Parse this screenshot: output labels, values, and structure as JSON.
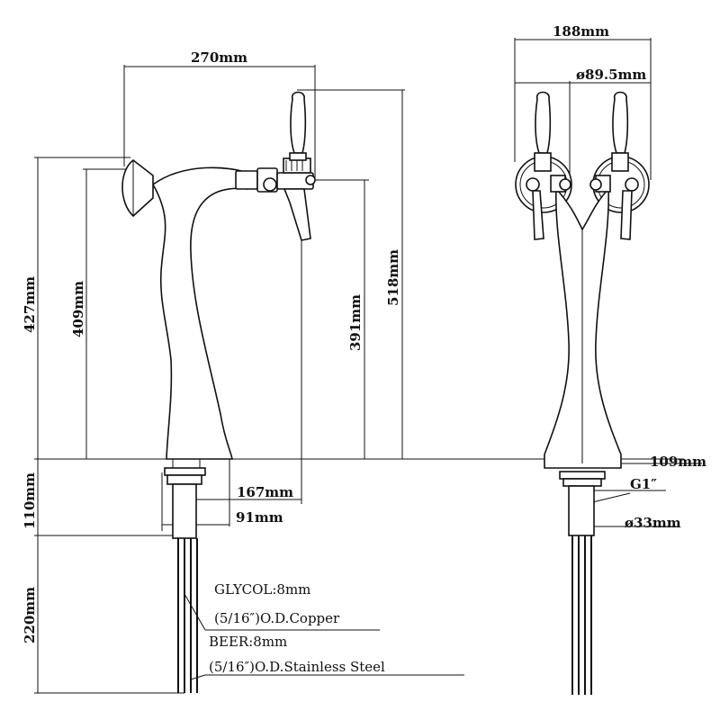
{
  "dimensions": {
    "width_top": "270mm",
    "width_side": "188mm",
    "diameter_tap": "ø89.5mm",
    "height_total": "518mm",
    "height_427": "427mm",
    "height_409": "409mm",
    "height_391": "391mm",
    "base_height": "110mm",
    "shank_length": "220mm",
    "offset_167": "167mm",
    "offset_91": "91mm",
    "base_width": "109mm",
    "thread": "G1″",
    "diameter_shank": "ø33mm"
  },
  "notes": {
    "glycol": "GLYCOL:8mm",
    "glycol_spec": "(5/16″)O.D.Copper",
    "beer": "BEER:8mm",
    "beer_spec": "(5/16″)O.D.Stainless Steel"
  }
}
